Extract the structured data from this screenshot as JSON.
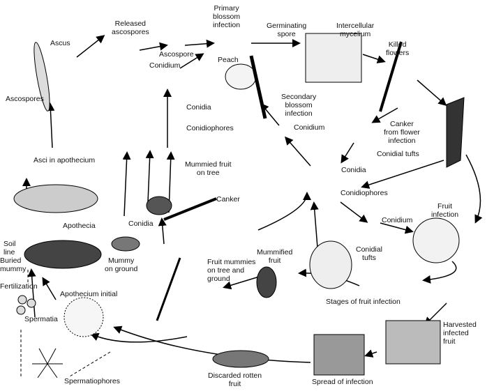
{
  "labels": {
    "ascus": "Ascus",
    "released_ascospores": "Released\nascospores",
    "ascospore": "Ascospore",
    "primary_blossom": "Primary\nblossom\ninfection",
    "peach": "Peach",
    "conidium_top": "Conidium",
    "ascospores": "Ascospores",
    "conidia_center_left": "Conidia",
    "conidiophores_center_left": "Conidiophores",
    "asci_apothecium": "Asci in apothecium",
    "mummied_fruit_tree": "Mummied fruit\non tree",
    "canker": "Canker",
    "germinating_spore": "Germinating\nspore",
    "intercellular_mycelium": "Intercellular\nmycelium",
    "killed_flowers": "Killed\nflowers",
    "secondary_blossom": "Secondary\nblossom\ninfection",
    "conidium_mid": "Conidium",
    "canker_flower": "Canker\nfrom flower\ninfection",
    "conidial_tufts_top": "Conidial tufts",
    "conidia_right": "Conidia",
    "conidiophores_right": "Conidiophores",
    "conidium_right": "Conidium",
    "fruit_infection": "Fruit\ninfection",
    "apothecia": "Apothecia",
    "conidia_mummy": "Conidia",
    "soil_line": "Soil\nline",
    "buried_mummy": "Buried\nmummy",
    "mummy_ground": "Mummy\non ground",
    "mummified_fruit": "Mummified\nfruit",
    "conidial_tufts_fruit": "Conidial\ntufts",
    "fruit_mummies": "Fruit mummies\non tree and\nground",
    "fertilization": "Fertilization",
    "apothecium_initial": "Apothecium initial",
    "stages_fruit": "Stages of fruit infection",
    "spermatia": "Spermatia",
    "harvested": "Harvested\ninfected\nfruit",
    "spermatiophores": "Spermatiophores",
    "discarded": "Discarded rotten\nfruit",
    "spread": "Spread of infection"
  }
}
